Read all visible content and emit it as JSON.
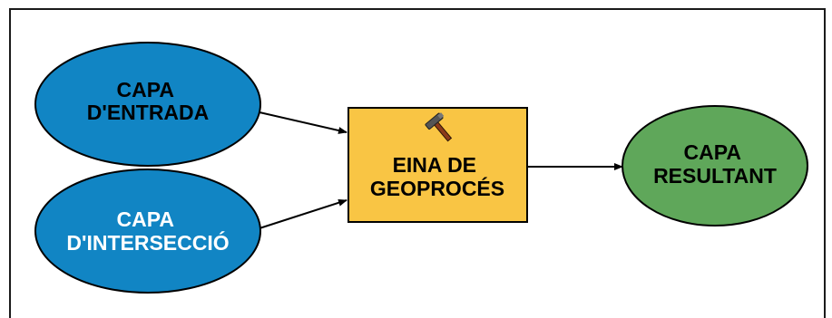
{
  "diagram": {
    "nodes": {
      "input_layer": {
        "line1": "CAPA",
        "line2": "D'ENTRADA",
        "fill": "#1185C4",
        "text_color": "#000000"
      },
      "intersection_layer": {
        "line1": "CAPA",
        "line2": "D'INTERSECCIÓ",
        "fill": "#1185C4",
        "text_color": "#ffffff"
      },
      "geoprocess_tool": {
        "line1": "EINA DE",
        "line2": "GEOPROCÉS",
        "fill": "#F9C544",
        "text_color": "#000000",
        "icon": "hammer-icon"
      },
      "result_layer": {
        "line1": "CAPA",
        "line2": "RESULTANT",
        "fill": "#5FA75A",
        "text_color": "#000000"
      }
    },
    "edges": [
      {
        "from": "input_layer",
        "to": "geoprocess_tool"
      },
      {
        "from": "intersection_layer",
        "to": "geoprocess_tool"
      },
      {
        "from": "geoprocess_tool",
        "to": "result_layer"
      }
    ]
  }
}
